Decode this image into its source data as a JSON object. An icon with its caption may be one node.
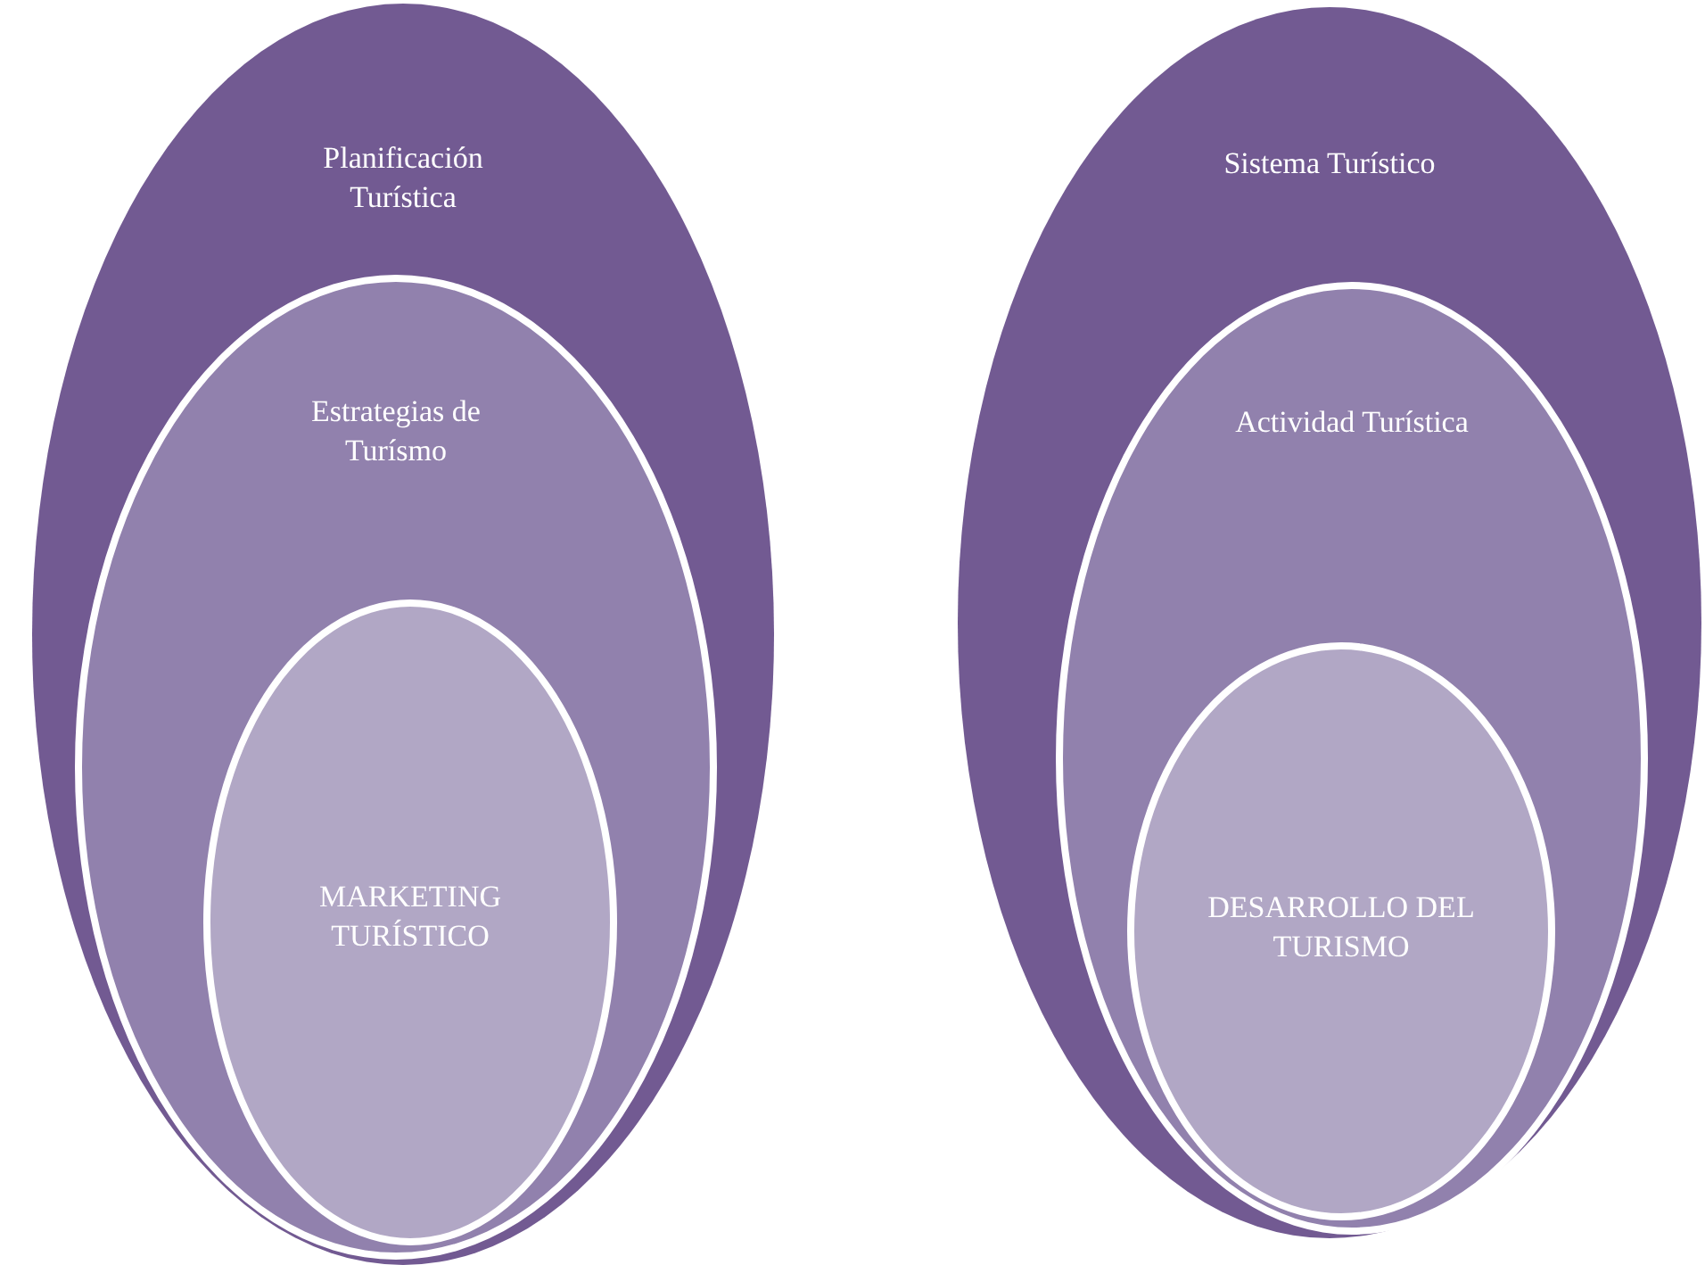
{
  "diagram": {
    "nodes": [
      {
        "text": [
          "Planificación Turística"
        ]
      },
      {
        "text": [
          "Estrategias de Turísmo"
        ],
        "in": 0
      },
      {
        "text": [
          "MARKETING TURÍSTICO"
        ],
        "in": 1
      },
      {
        "text": [
          "Sistema Turístico"
        ]
      },
      {
        "text": [
          "Actividad Turística"
        ],
        "in": 3
      },
      {
        "text": [
          "DESARROLLO DEL TURISMO"
        ],
        "in": 4
      }
    ]
  }
}
